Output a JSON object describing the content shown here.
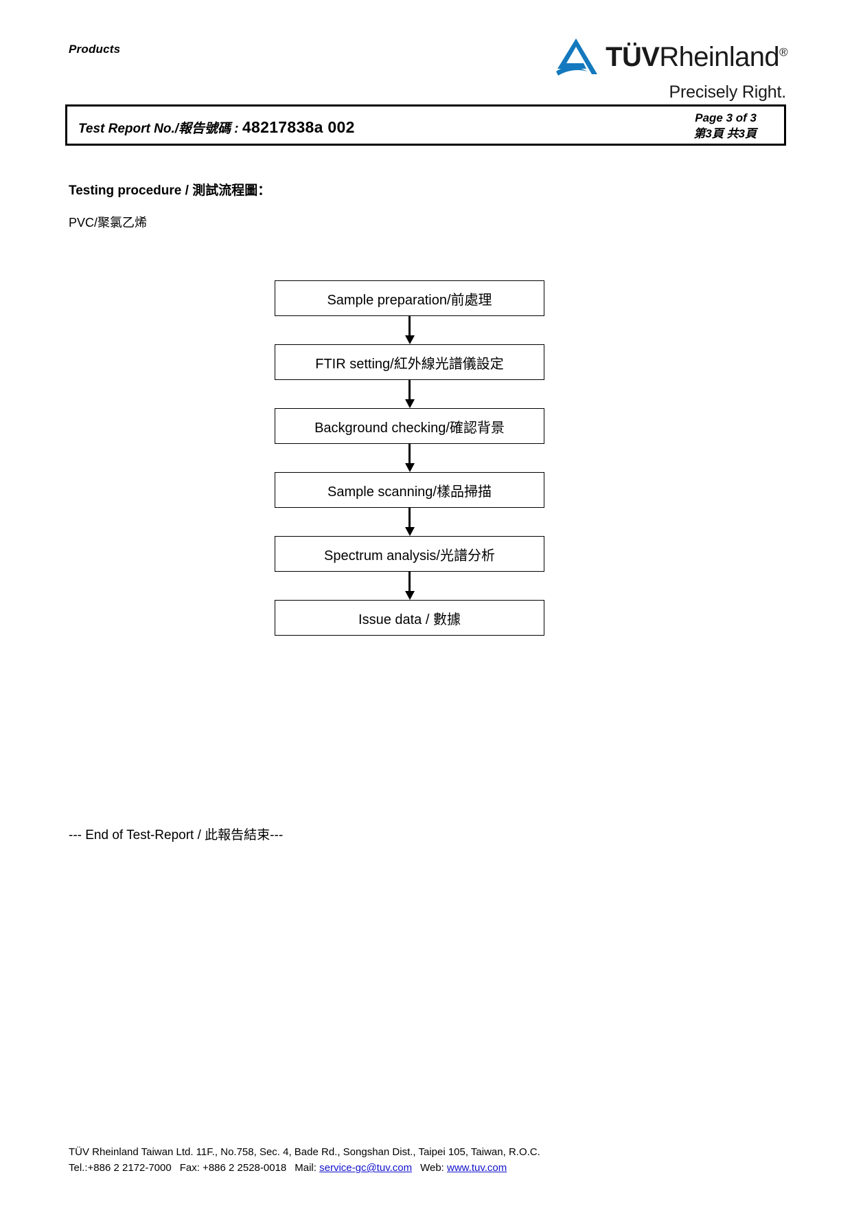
{
  "header": {
    "products_label": "Products",
    "logo": {
      "brand_bold": "TÜV",
      "brand_regular": "Rheinland",
      "registered": "®",
      "tagline": "Precisely Right.",
      "color": "#1479BE"
    }
  },
  "report_bar": {
    "label": "Test Report No./報告號碼 : ",
    "number": "48217838a 002",
    "page_en": "Page 3 of 3",
    "page_zh": "第3頁 共3頁"
  },
  "section": {
    "title_en": "Testing procedure / ",
    "title_zh": "測試流程圖：",
    "material": "PVC/聚氯乙烯"
  },
  "flowchart": {
    "type": "flow",
    "steps": [
      {
        "label": "Sample preparation/前處理"
      },
      {
        "label": "FTIR setting/紅外線光譜儀設定"
      },
      {
        "label": "Background checking/確認背景"
      },
      {
        "label": "Sample scanning/樣品掃描"
      },
      {
        "label": "Spectrum analysis/光譜分析"
      },
      {
        "label": "Issue data / 數據"
      }
    ]
  },
  "end_note": "--- End of Test-Report / 此報告結束---",
  "footer": {
    "line1": "TÜV Rheinland Taiwan Ltd.  11F., No.758, Sec. 4, Bade Rd., Songshan Dist., Taipei 105, Taiwan, R.O.C.",
    "tel": "Tel.:+886 2 2172-7000",
    "fax": "Fax: +886 2 2528-0018",
    "mail_label": "Mail:",
    "mail": "service-gc@tuv.com",
    "web_label": "Web:",
    "web": "www.tuv.com",
    "link_color": "#1111cc"
  }
}
